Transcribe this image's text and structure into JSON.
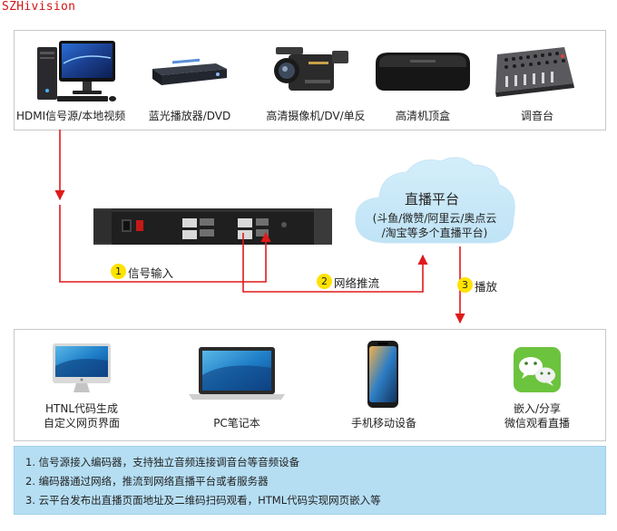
{
  "watermark": "SZHivision",
  "sources": [
    {
      "label": "HDMI信号源/本地视频",
      "icon": "desktop-computer-icon"
    },
    {
      "label": "蓝光播放器/DVD",
      "icon": "bluray-player-icon"
    },
    {
      "label": "高清摄像机/DV/单反",
      "icon": "camcorder-icon"
    },
    {
      "label": "高清机顶盒",
      "icon": "set-top-box-icon"
    },
    {
      "label": "调音台",
      "icon": "audio-mixer-icon"
    }
  ],
  "cloud": {
    "title": "直播平台",
    "line1": "(斗鱼/微赞/阿里云/奥点云",
    "line2": "/淘宝等多个直播平台)"
  },
  "steps": [
    {
      "num": "1",
      "label": "信号输入"
    },
    {
      "num": "2",
      "label": "网络推流"
    },
    {
      "num": "3",
      "label": "播放"
    }
  ],
  "viewers": [
    {
      "line1": "HTNL代码生成",
      "line2": "自定义网页界面",
      "icon": "imac-icon"
    },
    {
      "line1": "PC笔记本",
      "line2": "",
      "icon": "laptop-icon"
    },
    {
      "line1": "手机移动设备",
      "line2": "",
      "icon": "smartphone-icon"
    },
    {
      "line1": "嵌入/分享",
      "line2": "微信观看直播",
      "icon": "wechat-icon"
    }
  ],
  "notes": [
    "1. 信号源接入编码器，支持独立音频连接调音台等音频设备",
    "2. 编码器通过网络，推流到网络直播平台或者服务器",
    "3. 云平台发布出直播页面地址及二维码扫码观看，HTML代码实现网页嵌入等"
  ],
  "colors": {
    "arrow": "#e01a1a",
    "badge": "#ffe200",
    "cloud": "#c7e8f8",
    "info_bg": "#b5def3"
  }
}
